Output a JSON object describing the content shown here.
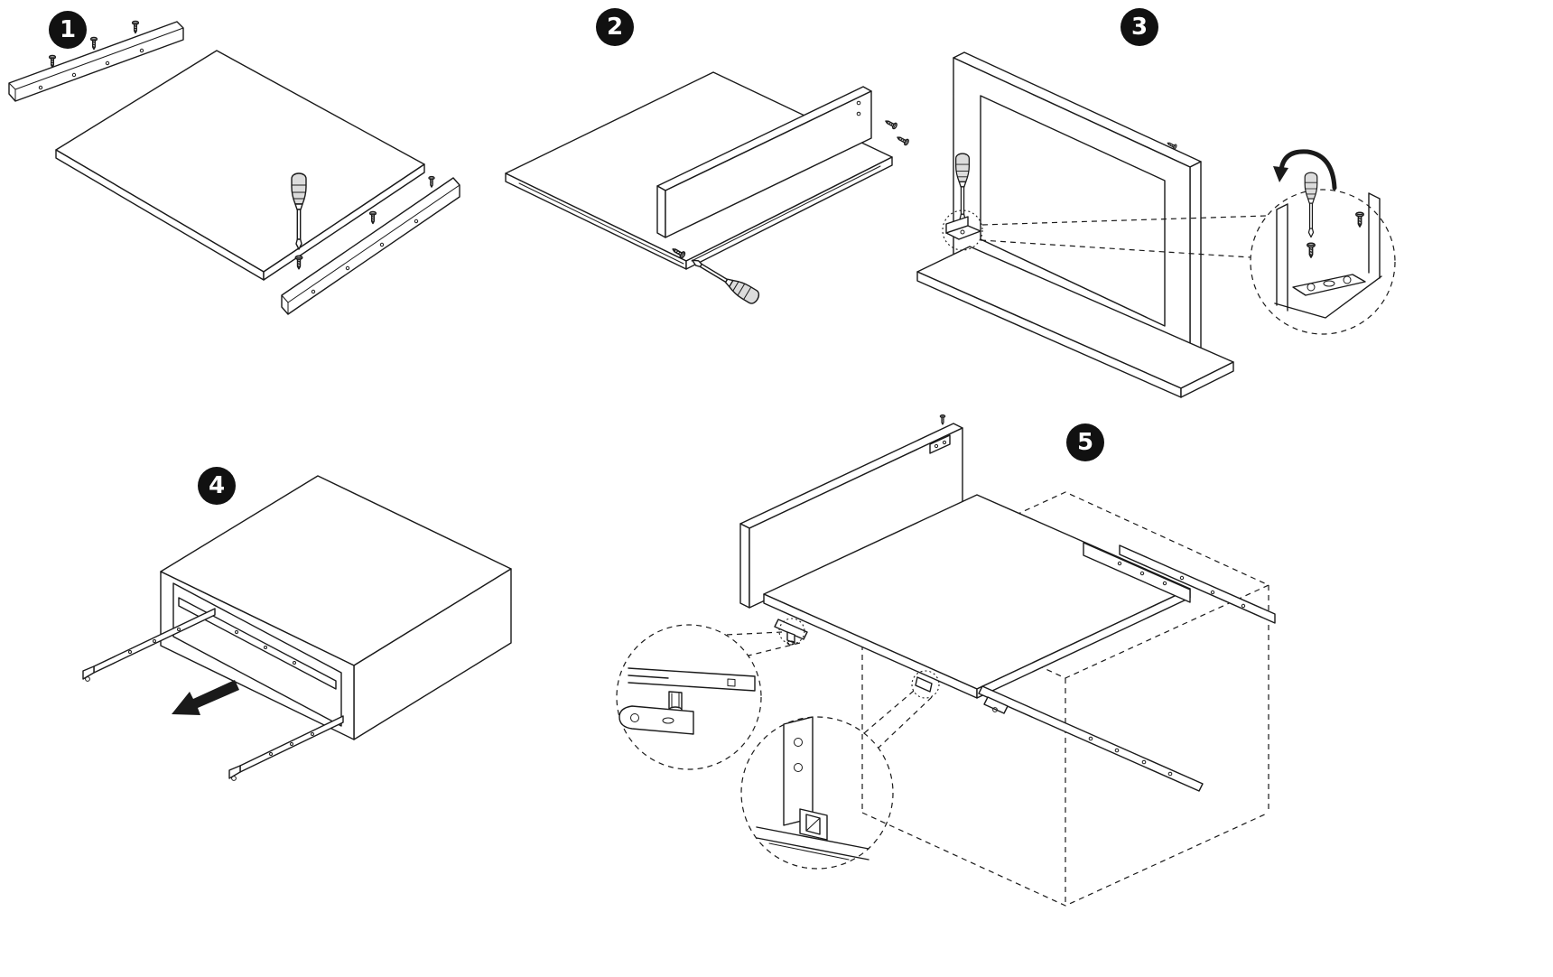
{
  "theme": {
    "badge-bg": "#111111",
    "badge-text": "#ffffff",
    "line": "#1a1a1a",
    "canvas-bg": "#ffffff"
  },
  "steps": [
    {
      "label": "1"
    },
    {
      "label": "2"
    },
    {
      "label": "3"
    },
    {
      "label": "4"
    },
    {
      "label": "5"
    }
  ],
  "icons": {
    "screwdriver": "screwdriver-icon",
    "screw": "screw-icon",
    "rotation_arrow": "rotate-clockwise-arrow",
    "pull_arrow": "pull-direction-arrow",
    "detail_callout": "detail-callout-circle"
  }
}
